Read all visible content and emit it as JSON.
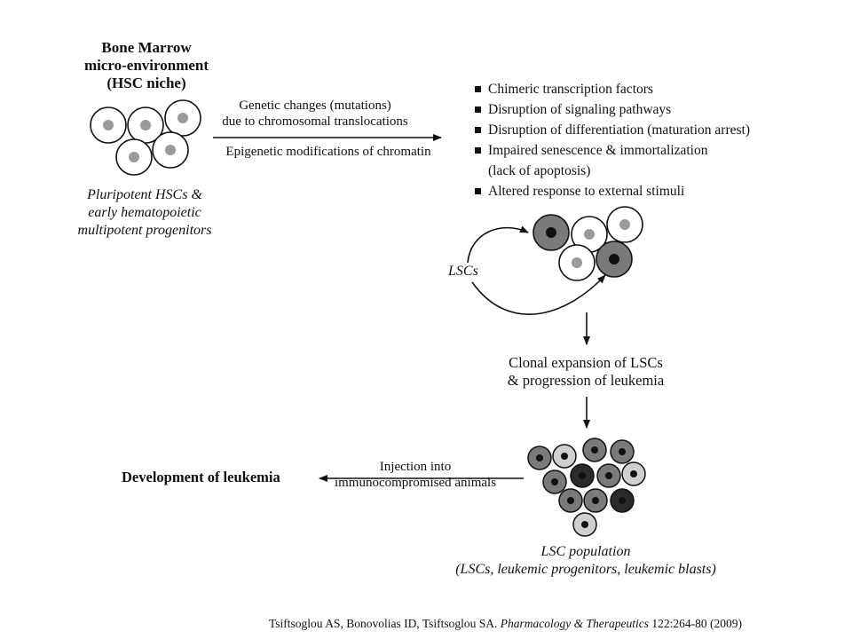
{
  "niche": {
    "title_lines": [
      "Bone Marrow",
      "micro-environment",
      "(HSC niche)"
    ],
    "caption_lines": [
      "Pluripotent HSCs &",
      "early hematopoietic",
      "multipotent progenitors"
    ]
  },
  "transition": {
    "above_lines": [
      "Genetic changes (mutations)",
      "due to chromosomal translocations"
    ],
    "below": "Epigenetic modifications of chromatin"
  },
  "alterations": [
    {
      "text": "Chimeric transcription factors"
    },
    {
      "text": "Disruption of signaling pathways"
    },
    {
      "text": "Disruption of differentiation (maturation arrest)"
    },
    {
      "text": "Impaired senescence & immortalization",
      "sub": "(lack of apoptosis)"
    },
    {
      "text": "Altered response to external stimuli"
    }
  ],
  "lsc_label": "LSCs",
  "expansion_lines": [
    "Clonal expansion of LSCs",
    "& progression of leukemia"
  ],
  "population": {
    "caption_lines": [
      "LSC population",
      "(LSCs, leukemic progenitors, leukemic blasts)"
    ]
  },
  "injection_lines": [
    "Injection into",
    "immunocompromised animals"
  ],
  "outcome": "Development of leukemia",
  "citation": {
    "authors": "Tsiftsoglou AS, Bonovolias ID, Tsiftsoglou SA.",
    "journal": "Pharmacology & Therapeutics",
    "ref": "122:264-80 (2009)"
  },
  "colors": {
    "normal_nucleus": "#9a9a9a",
    "lsc_fill": "#7a7a7a",
    "dark_fill": "#2a2a2a",
    "light_fill": "#d0d0d0",
    "stroke": "#111111"
  }
}
